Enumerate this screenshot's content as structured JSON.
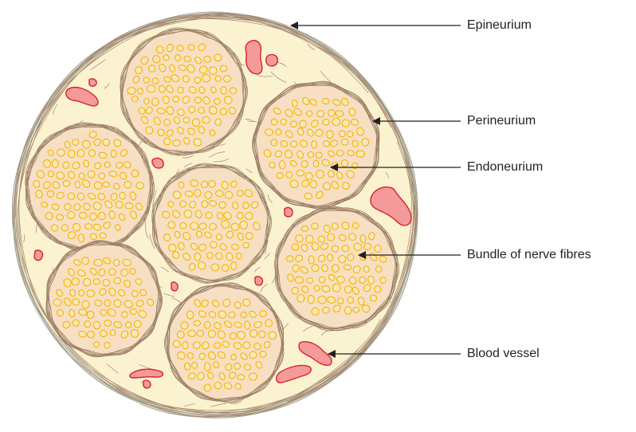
{
  "diagram": {
    "subject": "Cross-section of a peripheral nerve",
    "labels": {
      "epineurium": "Epineurium",
      "perineurium": "Perineurium",
      "endoneurium": "Endoneurium",
      "bundle": "Bundle of nerve fibres",
      "blood_vessel": "Blood vessel"
    }
  },
  "colors": {
    "nerve_fill": "#fbf3d0",
    "nerve_outer_ring": "#c9ddd6",
    "connective_strands": "#a3866e",
    "fascicle_fill": "#f7dfc4",
    "perineurium_strands": "#9c7d64",
    "nerve_fibre_outline": "#f4b400",
    "blood_vessel_fill": "#f59a9a",
    "blood_vessel_outline": "#d9222a",
    "label_text": "#231f20",
    "leader_line": "#231f20"
  }
}
